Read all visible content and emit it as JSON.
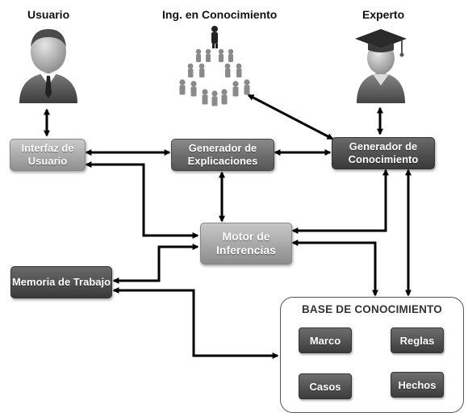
{
  "actors": {
    "usuario": "Usuario",
    "ingeniero": "Ing. en Conocimiento",
    "experto": "Experto"
  },
  "boxes": {
    "interfaz": "Interfaz de Usuario",
    "explicaciones": "Generador de Explicaciones",
    "conocimiento": "Generador de Conocimiento",
    "motor": "Motor de Inferencias",
    "memoria": "Memoria de Trabajo"
  },
  "knowledge_base": {
    "title": "BASE DE CONOCIMIENTO",
    "items": [
      "Marco",
      "Reglas",
      "Casos",
      "Hechos"
    ]
  },
  "icons": {
    "usuario": "user-icon",
    "ingeniero": "crowd-icon",
    "experto": "graduate-icon"
  },
  "colors": {
    "line": "#000000",
    "box_dark": "#4a4a4a",
    "box_light": "#a6a6a6"
  }
}
